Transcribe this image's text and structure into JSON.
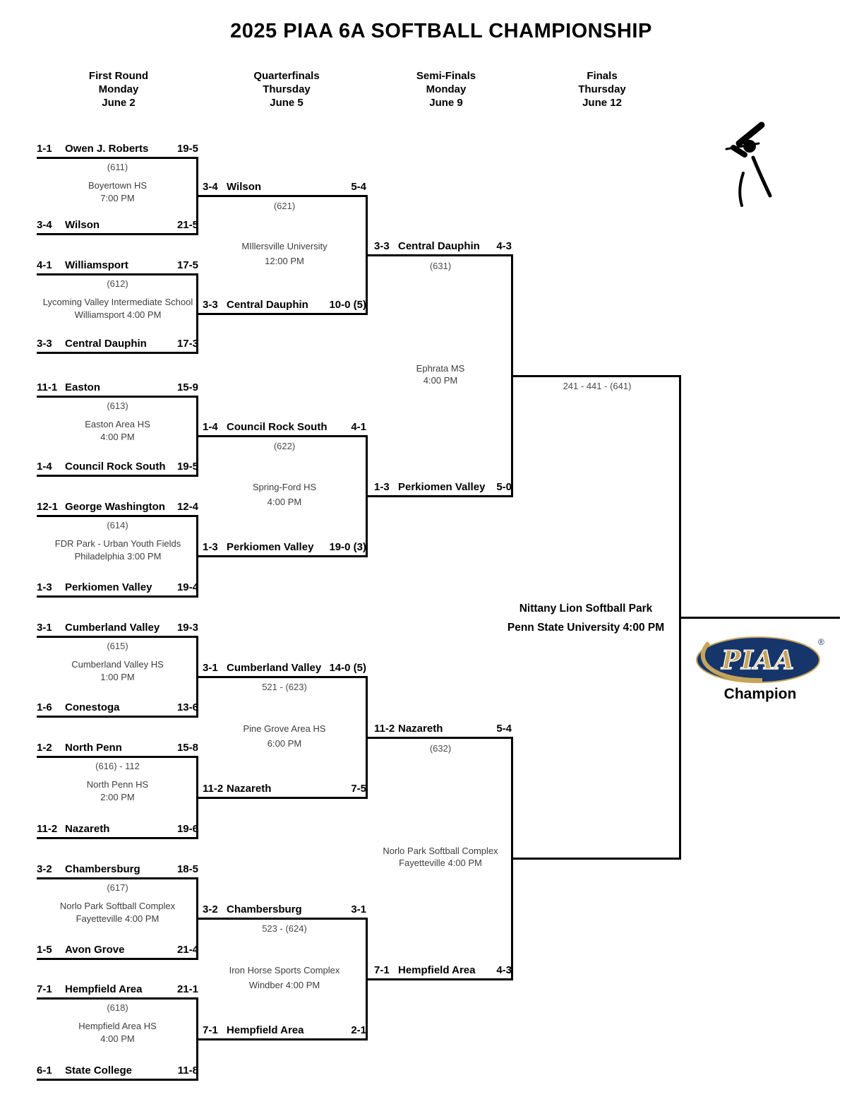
{
  "title": "2025 PIAA 6A SOFTBALL CHAMPIONSHIP",
  "columns": [
    {
      "line1": "First Round",
      "line2": "Monday",
      "line3": "June 2"
    },
    {
      "line1": "Quarterfinals",
      "line2": "Thursday",
      "line3": "June 5"
    },
    {
      "line1": "Semi-Finals",
      "line2": "Monday",
      "line3": "June 9"
    },
    {
      "line1": "Finals",
      "line2": "Thursday",
      "line3": "June 12"
    }
  ],
  "first_round": [
    {
      "label": "(611)",
      "venue_line1": "Boyertown HS",
      "venue_line2": "7:00 PM",
      "top": {
        "seed": "1-1",
        "team": "Owen J. Roberts",
        "record": "19-5"
      },
      "bottom": {
        "seed": "3-4",
        "team": "Wilson",
        "record": "21-5"
      }
    },
    {
      "label": "(612)",
      "venue_line1": "Lycoming Valley Intermediate School",
      "venue_line2": "Williamsport 4:00 PM",
      "top": {
        "seed": "4-1",
        "team": "Williamsport",
        "record": "17-5"
      },
      "bottom": {
        "seed": "3-3",
        "team": "Central Dauphin",
        "record": "17-3"
      }
    },
    {
      "label": "(613)",
      "venue_line1": "Easton Area HS",
      "venue_line2": "4:00 PM",
      "top": {
        "seed": "11-1",
        "team": "Easton",
        "record": "15-9"
      },
      "bottom": {
        "seed": "1-4",
        "team": "Council Rock South",
        "record": "19-5"
      }
    },
    {
      "label": "(614)",
      "venue_line1": "FDR Park - Urban Youth Fields",
      "venue_line2": "Philadelphia 3:00 PM",
      "top": {
        "seed": "12-1",
        "team": "George Washington",
        "record": "12-4"
      },
      "bottom": {
        "seed": "1-3",
        "team": "Perkiomen Valley",
        "record": "19-4"
      }
    },
    {
      "label": "(615)",
      "venue_line1": "Cumberland Valley HS",
      "venue_line2": "1:00 PM",
      "top": {
        "seed": "3-1",
        "team": "Cumberland Valley",
        "record": "19-3"
      },
      "bottom": {
        "seed": "1-6",
        "team": "Conestoga",
        "record": "13-6"
      }
    },
    {
      "label": "(616) - 112",
      "venue_line1": "North Penn HS",
      "venue_line2": "2:00 PM",
      "top": {
        "seed": "1-2",
        "team": "North Penn",
        "record": "15-8"
      },
      "bottom": {
        "seed": "11-2",
        "team": "Nazareth",
        "record": "19-6"
      }
    },
    {
      "label": "(617)",
      "venue_line1": "Norlo Park Softball Complex",
      "venue_line2": "Fayetteville 4:00 PM",
      "top": {
        "seed": "3-2",
        "team": "Chambersburg",
        "record": "18-5"
      },
      "bottom": {
        "seed": "1-5",
        "team": "Avon Grove",
        "record": "21-4"
      }
    },
    {
      "label": "(618)",
      "venue_line1": "Hempfield Area HS",
      "venue_line2": "4:00 PM",
      "top": {
        "seed": "7-1",
        "team": "Hempfield Area",
        "record": "21-1"
      },
      "bottom": {
        "seed": "6-1",
        "team": "State College",
        "record": "11-8"
      }
    }
  ],
  "quarterfinals": [
    {
      "label": "(621)",
      "venue_line1": "MIllersville University",
      "venue_line2": "12:00 PM",
      "top": {
        "seed": "3-4",
        "team": "Wilson",
        "record": "5-4"
      },
      "bottom": {
        "seed": "3-3",
        "team": "Central Dauphin",
        "record": "10-0 (5)"
      }
    },
    {
      "label": "(622)",
      "venue_line1": "Spring-Ford HS",
      "venue_line2": "4:00 PM",
      "top": {
        "seed": "1-4",
        "team": "Council Rock South",
        "record": "4-1"
      },
      "bottom": {
        "seed": "1-3",
        "team": "Perkiomen Valley",
        "record": "19-0 (3)"
      }
    },
    {
      "label": "521 - (623)",
      "venue_line1": "Pine Grove Area HS",
      "venue_line2": "6:00 PM",
      "top": {
        "seed": "3-1",
        "team": "Cumberland Valley",
        "record": "14-0 (5)"
      },
      "bottom": {
        "seed": "11-2",
        "team": "Nazareth",
        "record": "7-5"
      }
    },
    {
      "label": "523 - (624)",
      "venue_line1": "Iron Horse Sports Complex",
      "venue_line2": "Windber 4:00 PM",
      "top": {
        "seed": "3-2",
        "team": "Chambersburg",
        "record": "3-1"
      },
      "bottom": {
        "seed": "7-1",
        "team": "Hempfield Area",
        "record": "2-1"
      }
    }
  ],
  "semifinals": [
    {
      "label": "(631)",
      "venue_line1": "Ephrata MS",
      "venue_line2": "4:00 PM",
      "top": {
        "seed": "3-3",
        "team": "Central Dauphin",
        "record": "4-3"
      },
      "bottom": {
        "seed": "1-3",
        "team": "Perkiomen Valley",
        "record": "5-0"
      }
    },
    {
      "label": "(632)",
      "venue_line1": "Norlo Park Softball Complex",
      "venue_line2": "Fayetteville 4:00 PM",
      "top": {
        "seed": "11-2",
        "team": "Nazareth",
        "record": "5-4"
      },
      "bottom": {
        "seed": "7-1",
        "team": "Hempfield Area",
        "record": "4-3"
      }
    }
  ],
  "final": {
    "label": "241 - 441 - (641)",
    "venue_line1": "Nittany Lion Softball Park",
    "venue_line2": "Penn State University 4:00 PM"
  },
  "champion": {
    "logo_text": "PIAA",
    "registered_mark": "®",
    "label": "Champion"
  },
  "icons": {
    "batter": "softball-batter-icon",
    "logo": "piaa-oval-logo"
  },
  "colors": {
    "navy": "#16356B",
    "gold": "#C6A45C",
    "line": "#000000",
    "muted_text": "#4A4A4A"
  }
}
